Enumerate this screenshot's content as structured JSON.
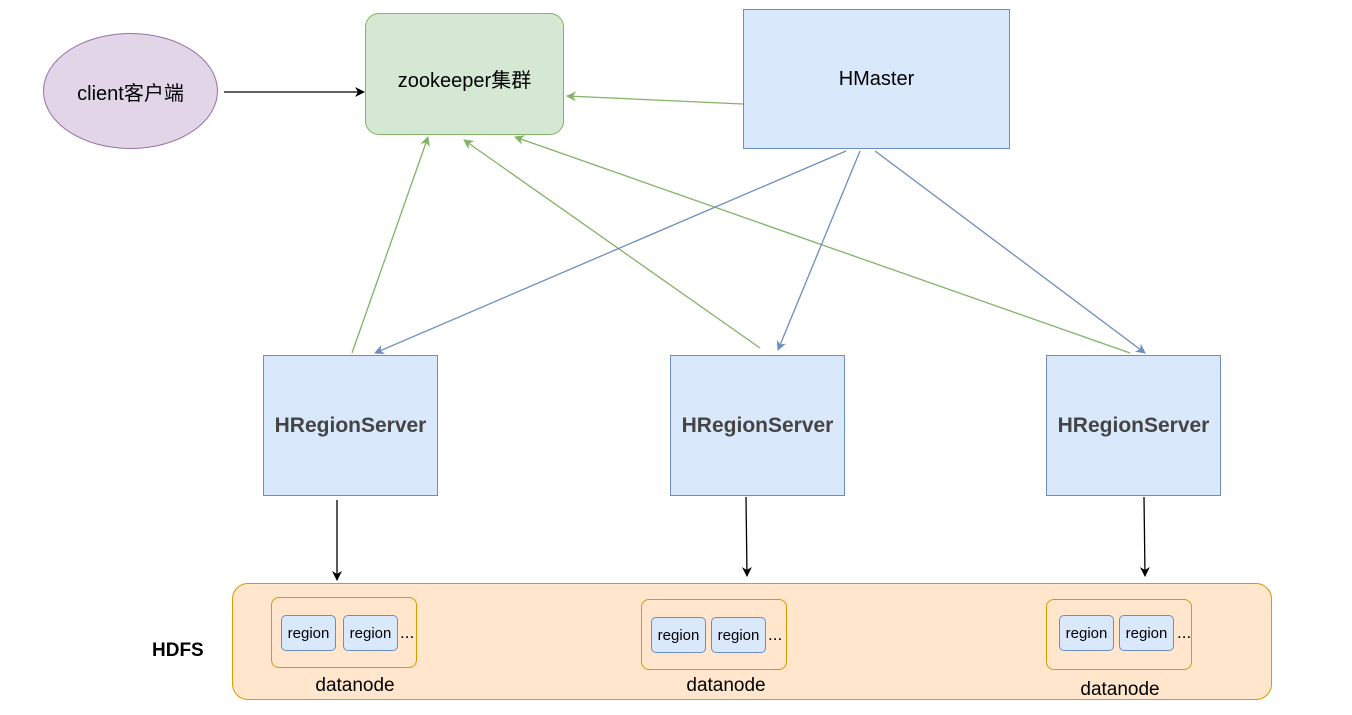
{
  "nodes": {
    "client": "client客户端",
    "zookeeper": "zookeeper集群",
    "hmaster": "HMaster",
    "region_servers": [
      "HRegionServer",
      "HRegionServer",
      "HRegionServer"
    ],
    "hdfs": "HDFS"
  },
  "datanodes": [
    {
      "label": "datanode",
      "regions": [
        "region",
        "region"
      ],
      "more": "..."
    },
    {
      "label": "datanode",
      "regions": [
        "region",
        "region"
      ],
      "more": "..."
    },
    {
      "label": "datanode",
      "regions": [
        "region",
        "region"
      ],
      "more": "..."
    }
  ],
  "edges": [
    {
      "from": "client",
      "to": "zookeeper",
      "color": "#000000"
    },
    {
      "from": "hmaster",
      "to": "zookeeper",
      "color": "#82b366"
    },
    {
      "from": "region_server_1",
      "to": "zookeeper",
      "color": "#82b366"
    },
    {
      "from": "region_server_2",
      "to": "zookeeper",
      "color": "#82b366"
    },
    {
      "from": "region_server_3",
      "to": "zookeeper",
      "color": "#82b366"
    },
    {
      "from": "hmaster",
      "to": "region_server_1",
      "color": "#6c8ebf"
    },
    {
      "from": "hmaster",
      "to": "region_server_2",
      "color": "#6c8ebf"
    },
    {
      "from": "hmaster",
      "to": "region_server_3",
      "color": "#6c8ebf"
    },
    {
      "from": "region_server_1",
      "to": "hdfs",
      "color": "#000000"
    },
    {
      "from": "region_server_2",
      "to": "hdfs",
      "color": "#000000"
    },
    {
      "from": "region_server_3",
      "to": "hdfs",
      "color": "#000000"
    }
  ],
  "colors": {
    "green_line": "#82b366",
    "blue_line": "#6c8ebf",
    "black_line": "#000000"
  }
}
